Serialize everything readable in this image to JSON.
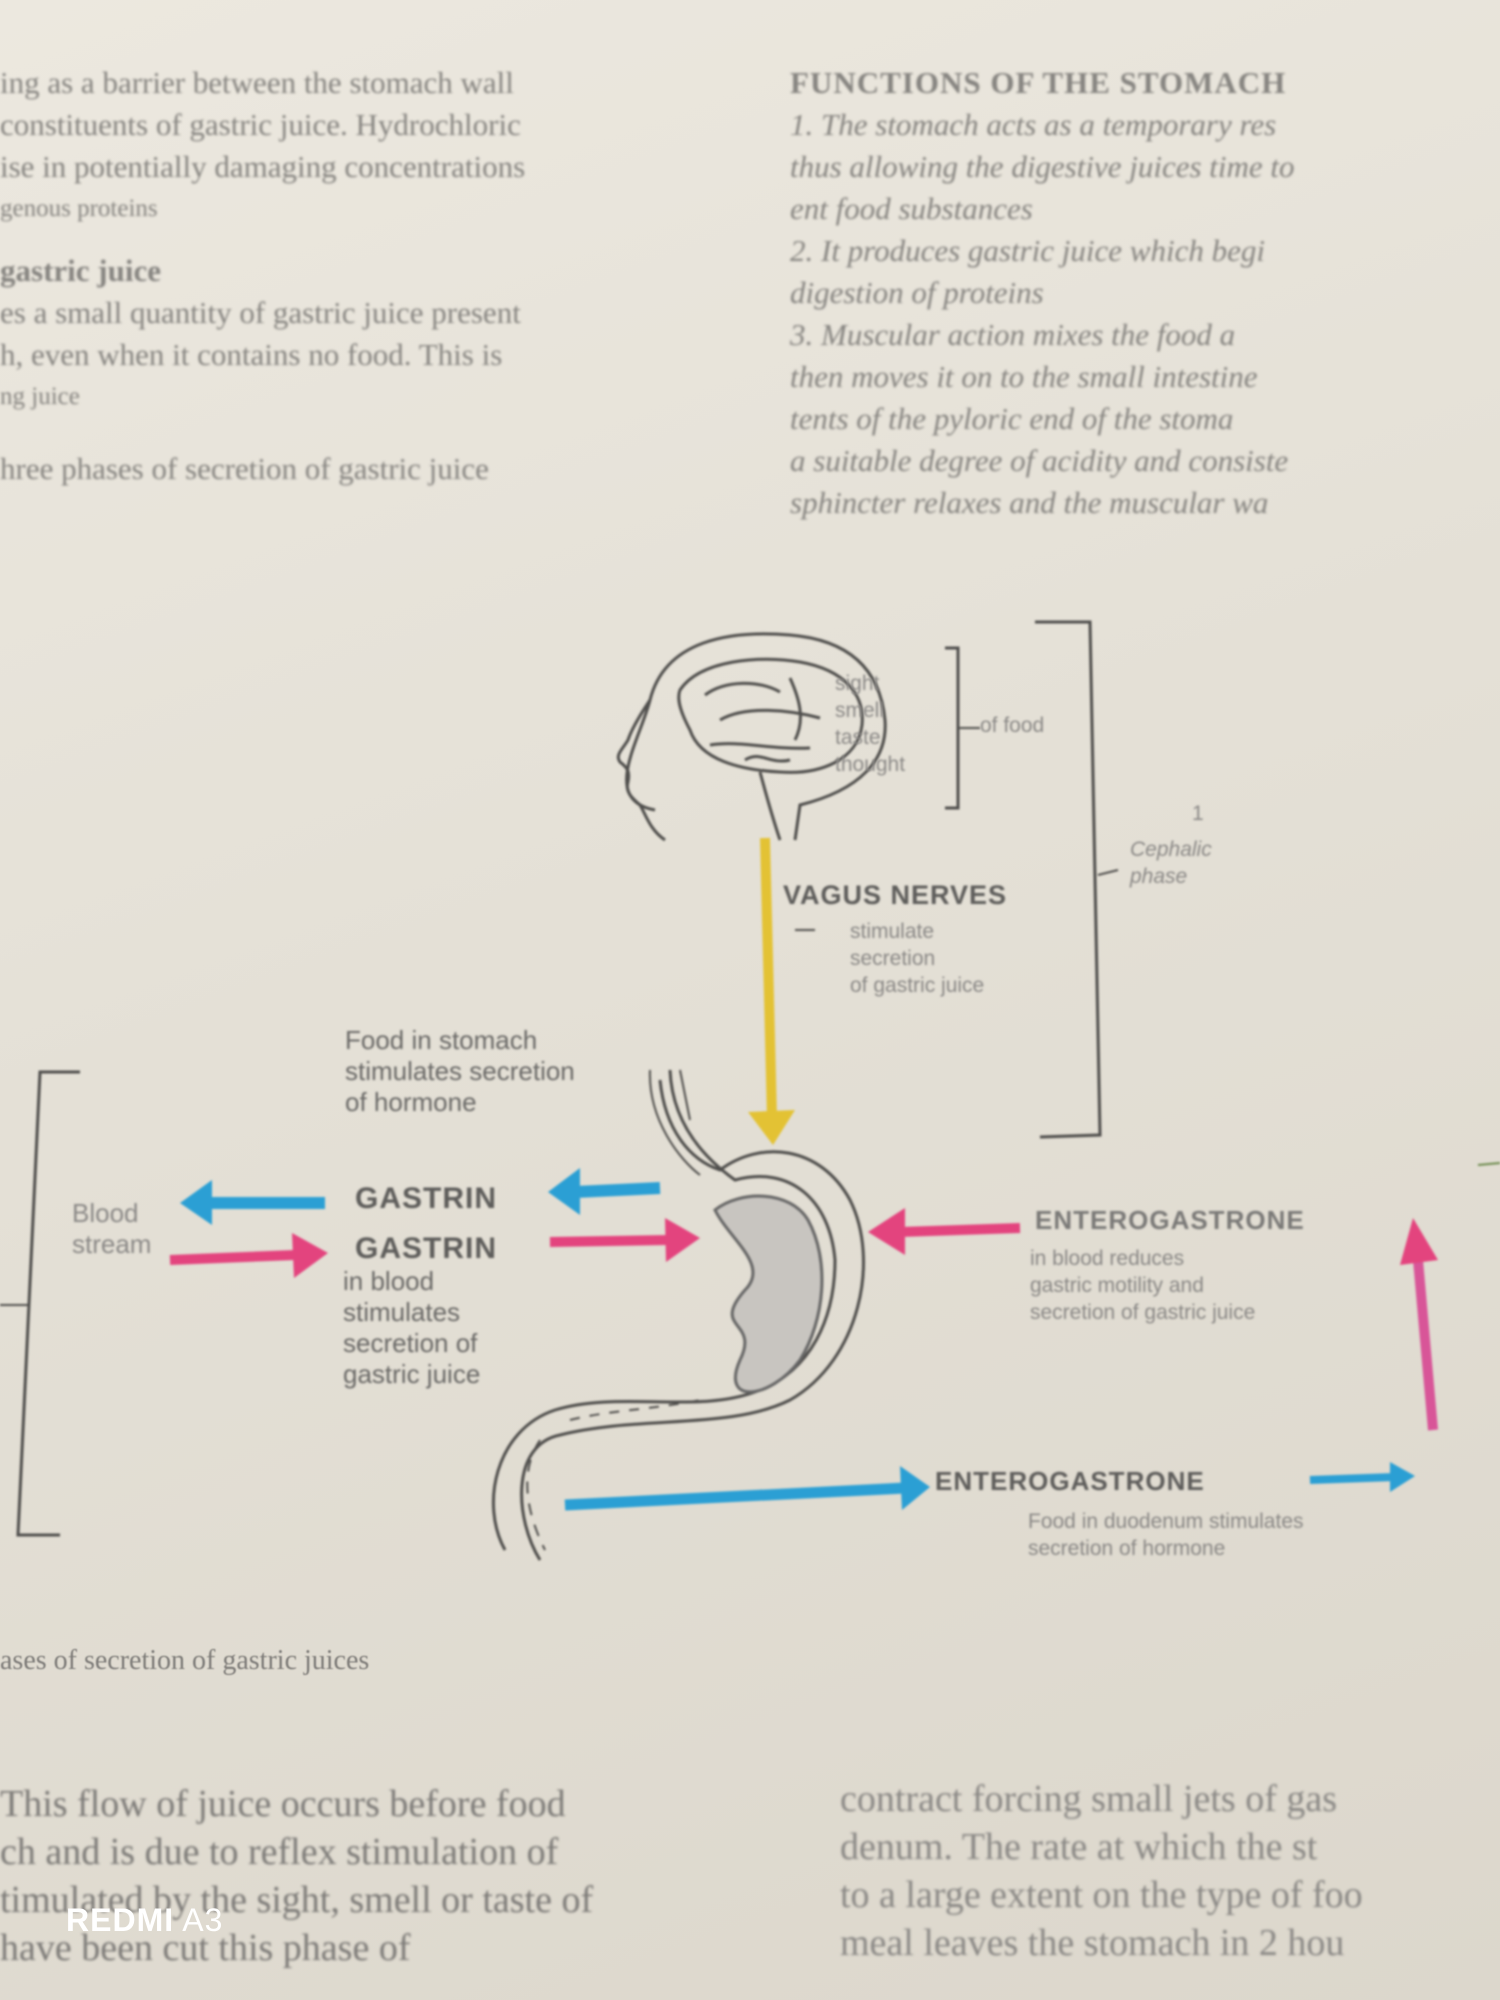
{
  "page": {
    "top_left_column": [
      "ing as a barrier between the stomach wall",
      "constituents of gastric juice. Hydrochloric",
      "ise in potentially damaging concentrations",
      "genous proteins",
      "gastric juice",
      "es a small quantity of gastric juice present",
      "h, even when it contains no food. This is",
      "ng juice",
      "hree phases of secretion of gastric juice"
    ],
    "top_right_column": [
      "FUNCTIONS OF THE STOMACH",
      "1. The stomach acts as a temporary res",
      "thus allowing the digestive juices time to",
      "ent food substances",
      "2. It produces gastric juice which begi",
      "digestion of proteins",
      "3. Muscular action mixes the food a",
      "then moves it on to the small intestine",
      "tents of the pyloric end of the stoma",
      "a suitable degree of acidity and consiste",
      "sphincter relaxes and the muscular wa"
    ],
    "caption": "ases of secretion of gastric juices",
    "bottom_left_column": [
      "This flow of juice occurs before food",
      "ch and is due to reflex stimulation of",
      "timulated by the sight, smell or taste of",
      "have been cut this phase of"
    ],
    "bottom_right_column": [
      "contract forcing small jets of gas",
      "denum. The rate at which the st",
      "to a large extent on the type of foo",
      "meal leaves the stomach in 2 hou"
    ],
    "watermark": {
      "brand": "REDMI",
      "model": "A3"
    }
  },
  "diagram": {
    "senses": [
      "sight",
      "smell",
      "taste",
      "thought"
    ],
    "of_food": "of food",
    "cephalic_number": "1",
    "cephalic_phase": [
      "Cephalic",
      "phase"
    ],
    "vagus": "VAGUS NERVES",
    "vagus_desc": [
      "stimulate",
      "secretion",
      "of gastric juice"
    ],
    "food_in_stomach": [
      "Food in stomach",
      "stimulates secretion",
      "of hormone"
    ],
    "gastrin_out": "GASTRIN",
    "gastrin_in": "GASTRIN",
    "gastrin_desc": [
      "in blood",
      "stimulates",
      "secretion of",
      "gastric juice"
    ],
    "blood_stream": [
      "Blood",
      "stream"
    ],
    "entero_top": "ENTEROGASTRONE",
    "entero_top_desc": [
      "in blood reduces",
      "gastric motility and",
      "secretion of gastric juice"
    ],
    "entero_bottom": "ENTEROGASTRONE",
    "entero_bottom_desc": [
      "Food in duodenum stimulates",
      "secretion of hormone"
    ],
    "colors": {
      "yellow": "#e3c234",
      "blue": "#2b9fd4",
      "pink": "#e3447e",
      "line": "#4f4e4c",
      "stomach_fill": "#c8c5c0"
    }
  }
}
